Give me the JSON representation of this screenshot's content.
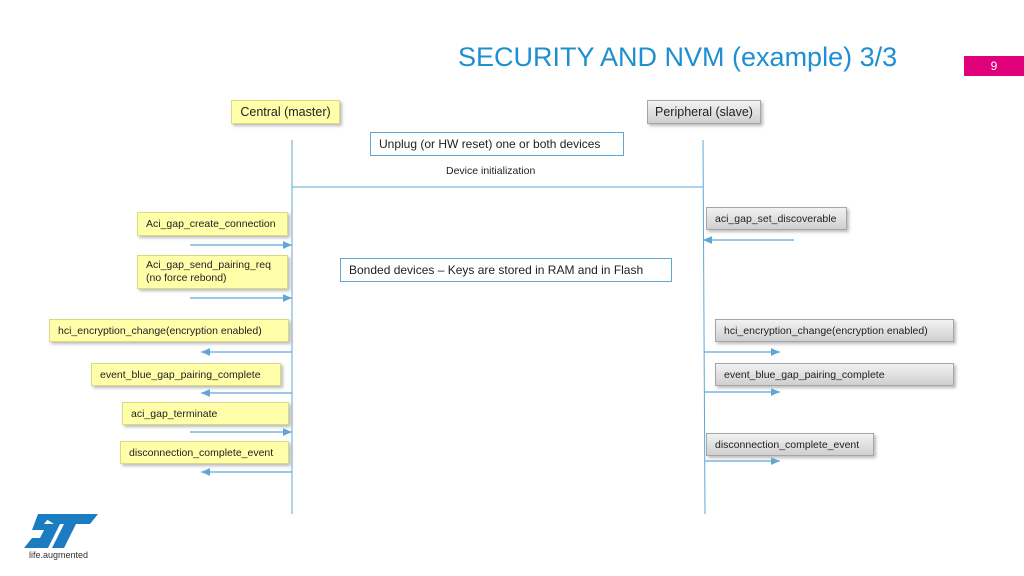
{
  "header": {
    "title": "SECURITY AND NVM (example) 3/3",
    "page_number": "9"
  },
  "lanes": {
    "central": "Central (master)",
    "peripheral": "Peripheral (slave)"
  },
  "notes": {
    "unplug": "Unplug (or HW reset) one or both devices",
    "device_init": "Device initialization",
    "bonded": "Bonded devices – Keys are stored in RAM and in Flash"
  },
  "central_steps": {
    "create_connection": "Aci_gap_create_connection",
    "send_pairing_req_1": "Aci_gap_send_pairing_req",
    "send_pairing_req_2": "(no force rebond)",
    "encryption_change": "hci_encryption_change(encryption enabled)",
    "pairing_complete": "event_blue_gap_pairing_complete",
    "terminate": "aci_gap_terminate",
    "disconnection": "disconnection_complete_event"
  },
  "peripheral_steps": {
    "set_discoverable": "aci_gap_set_discoverable",
    "encryption_change": "hci_encryption_change(encryption enabled)",
    "pairing_complete": "event_blue_gap_pairing_complete",
    "disconnection": "disconnection_complete_event"
  },
  "brand": {
    "logo": "ST",
    "tagline": "life.augmented"
  },
  "colors": {
    "title": "#1e8fd0",
    "page_badge": "#e0007a",
    "line": "#5fa7d5",
    "yellow_box": "#ffffaa",
    "gray_box": "#d9d9d9",
    "logo": "#1b7cc1"
  }
}
